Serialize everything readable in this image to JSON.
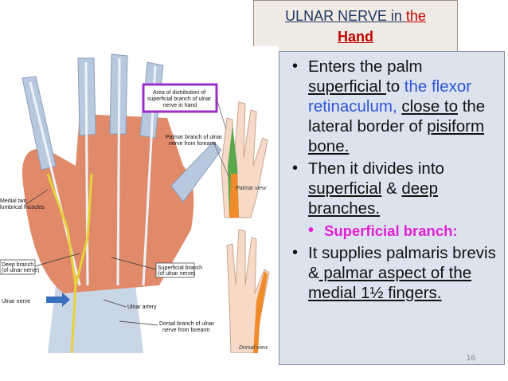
{
  "title": {
    "part1": "ULNAR NERVE in ",
    "part2": "the",
    "line2": "Hand"
  },
  "bullets": [
    {
      "parts": [
        {
          "text": "Enters the palm ",
          "style": ""
        },
        {
          "text": "superficial ",
          "style": "u"
        },
        {
          "text": "to ",
          "style": ""
        },
        {
          "text": "the flexor retinaculum, ",
          "style": "blue"
        },
        {
          "text": "close to",
          "style": "u"
        },
        {
          "text": " the lateral border of ",
          "style": ""
        },
        {
          "text": "pisiform bone.",
          "style": "u"
        }
      ]
    },
    {
      "parts": [
        {
          "text": "Then it divides into ",
          "style": ""
        },
        {
          "text": "superficial",
          "style": "u"
        },
        {
          "text": " & ",
          "style": ""
        },
        {
          "text": "deep branches.",
          "style": "u"
        }
      ]
    },
    {
      "sub": true,
      "parts": [
        {
          "text": "Superficial branch:",
          "style": ""
        }
      ]
    },
    {
      "parts": [
        {
          "text": "It supplies palmaris brevis &",
          "style": ""
        },
        {
          "text": " palmar aspect of the  medial 1½ fingers.",
          "style": "u"
        }
      ]
    }
  ],
  "page_number": "16",
  "figure": {
    "area_label": "Area of distribution of superficial branch of ulnar nerve in hand",
    "palmar_branch": "Palmar branch of ulnar nerve from forearm",
    "palmar_view": "Palmar view",
    "medial_lumbricals": "Medial two lumbrical muscles",
    "deep_branch": "Deep branch (of ulnar nerve)",
    "superficial_branch": "Superficial branch (of ulnar nerve)",
    "ulnar_nerve": "Ulnar nerve",
    "ulnar_artery": "Ulnar artery",
    "dorsal_branch": "Dorsal branch of ulnar nerve from forearm",
    "dorsal_view": "Dorsal view"
  }
}
